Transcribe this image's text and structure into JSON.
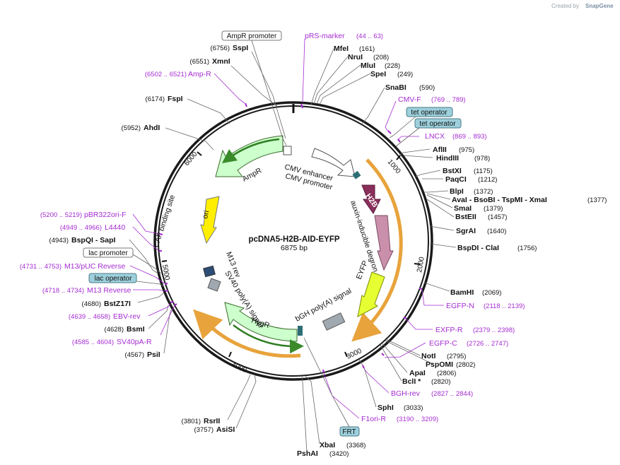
{
  "title": "pcDNA5-H2B-AID-EYFP",
  "length_label": "6875 bp",
  "credit": {
    "prefix": "Created by",
    "brand": "SnapGene"
  },
  "ticks": [
    "1000",
    "2000",
    "3000",
    "4000",
    "5000",
    "6000"
  ],
  "sites": [
    {
      "name": "SspI",
      "pos": "(6756)"
    },
    {
      "name": "XmnI",
      "pos": "(6551)"
    },
    {
      "name": "FspI",
      "pos": "(6174)"
    },
    {
      "name": "AhdI",
      "pos": "(5952)"
    },
    {
      "name": "MfeI",
      "pos": "(161)"
    },
    {
      "name": "NruI",
      "pos": "(208)"
    },
    {
      "name": "MluI",
      "pos": "(228)"
    },
    {
      "name": "SpeI",
      "pos": "(249)"
    },
    {
      "name": "SnaBI",
      "pos": "(590)"
    },
    {
      "name": "AflII",
      "pos": "(975)"
    },
    {
      "name": "HindIII",
      "pos": "(978)"
    },
    {
      "name": "BstXI",
      "pos": "(1175)"
    },
    {
      "name": "PaqCI",
      "pos": "(1212)"
    },
    {
      "name": "BlpI",
      "pos": "(1372)"
    },
    {
      "name": "AvaI - BsoBI - TspMI - XmaI",
      "pos": "(1377)"
    },
    {
      "name": "SmaI",
      "pos": "(1379)"
    },
    {
      "name": "BstEII",
      "pos": "(1457)"
    },
    {
      "name": "SgrAI",
      "pos": "(1640)"
    },
    {
      "name": "BspDI - ClaI",
      "pos": "(1756)"
    },
    {
      "name": "BamHI",
      "pos": "(2069)"
    },
    {
      "name": "NotI",
      "pos": "(2795)"
    },
    {
      "name": "PspOMI",
      "pos": "(2802)"
    },
    {
      "name": "ApaI",
      "pos": "(2806)"
    },
    {
      "name": "BclI *",
      "pos": "(2820)"
    },
    {
      "name": "SphI",
      "pos": "(3033)"
    },
    {
      "name": "XbaI",
      "pos": "(3368)"
    },
    {
      "name": "PshAI",
      "pos": "(3420)"
    },
    {
      "name": "RsrII",
      "pos": "(3801)"
    },
    {
      "name": "AsiSI",
      "pos": "(3757)"
    },
    {
      "name": "PsiI",
      "pos": "(4567)"
    },
    {
      "name": "BsmI",
      "pos": "(4628)"
    },
    {
      "name": "BstZ17I",
      "pos": "(4680)"
    },
    {
      "name": "BspQI - SapI",
      "pos": "(4943)"
    }
  ],
  "primers": [
    {
      "name": "pRS-marker",
      "pos": "(44 .. 63)"
    },
    {
      "name": "Amp-R",
      "pos": "(6502 .. 6521)"
    },
    {
      "name": "CMV-F",
      "pos": "(769 .. 789)"
    },
    {
      "name": "LNCX",
      "pos": "(869 .. 893)"
    },
    {
      "name": "pBR322ori-F",
      "pos": "(5200 .. 5219)"
    },
    {
      "name": "L4440",
      "pos": "(4949 .. 4966)"
    },
    {
      "name": "M13/pUC Reverse",
      "pos": "(4731 .. 4753)"
    },
    {
      "name": "M13 Reverse",
      "pos": "(4718 .. 4734)"
    },
    {
      "name": "EBV-rev",
      "pos": "(4639 .. 4658)"
    },
    {
      "name": "SV40pA-R",
      "pos": "(4585 .. 4604)"
    },
    {
      "name": "EGFP-N",
      "pos": "(2118 .. 2139)"
    },
    {
      "name": "EXFP-R",
      "pos": "(2379 .. 2398)"
    },
    {
      "name": "EGFP-C",
      "pos": "(2726 .. 2747)"
    },
    {
      "name": "BGH-rev",
      "pos": "(2827 .. 2844)"
    },
    {
      "name": "F1ori-R",
      "pos": "(3190 .. 3209)"
    }
  ],
  "boxes": {
    "ampr_promoter": "AmpR promoter",
    "tet_operator_1": "tet operator",
    "tet_operator_2": "tet operator",
    "lac_promoter": "lac promoter",
    "lac_operator": "lac operator",
    "frt": "FRT"
  },
  "features": {
    "ampr": "AmpR",
    "cmv_enhancer": "CMV enhancer",
    "cmv_promoter": "CMV promoter",
    "h2b": "H2B",
    "aid": "auxin-inducible degron",
    "eyfp": "EYFP",
    "bgh": "bGH poly(A) signal",
    "hygr": "HygR",
    "sv40": "SV40 poly(A) signal",
    "m13rev": "M13 rev",
    "cap": "CAP binding site",
    "ori": "ori"
  },
  "colors": {
    "backbone": "#1a1a1a",
    "primer": "#a52bd1",
    "ampr_fill": "#ccffcc",
    "orf_orange": "#e8a33c",
    "h2b_fill": "#8a2f5b",
    "aid_fill": "#c98fab",
    "eyfp_fill": "#e6ff33",
    "ori_fill": "#ffee00",
    "box_teal": "#9dd0dc"
  }
}
